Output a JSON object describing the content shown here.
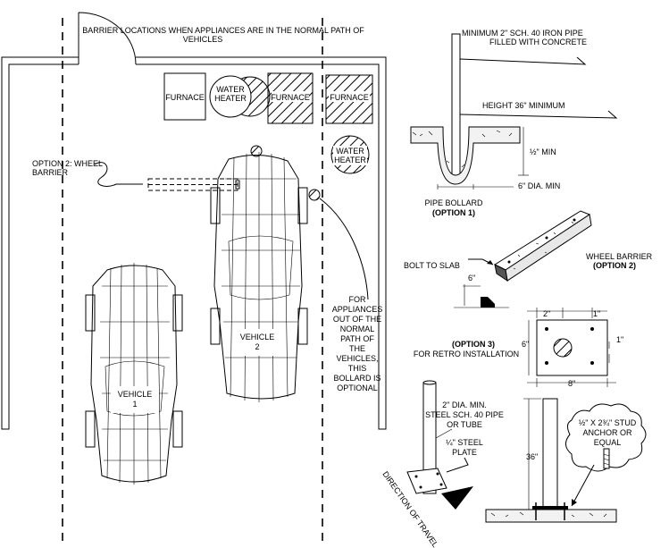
{
  "garage": {
    "title_line1": "BARRIER LOCATIONS WHEN APPLIANCES ARE IN THE NORMAL PATH OF",
    "title_line2": "VEHICLES",
    "furnace1": "FURNACE",
    "water_heater1_line1": "WATER",
    "water_heater1_line2": "HEATER",
    "furnace2": "FURNACE",
    "furnace3": "FURNACE",
    "water_heater2_line1": "WATER",
    "water_heater2_line2": "HEATER",
    "option2_line1": "OPTION 2: WHEEL",
    "option2_line2": "BARRIER",
    "vehicle1_line1": "VEHICLE",
    "vehicle1_line2": "1",
    "vehicle2_line1": "VEHICLE",
    "vehicle2_line2": "2",
    "note_lines": [
      "FOR",
      "APPLIANCES",
      "OUT OF THE",
      "NORMAL",
      "PATH OF",
      "THE",
      "VEHICLES,",
      "THIS",
      "BOLLARD IS",
      "OPTIONAL"
    ]
  },
  "pipe_bollard": {
    "pipe_spec_line1": "MINIMUM 2\" SCH. 40 IRON PIPE",
    "pipe_spec_line2": "FILLED WITH CONCRETE",
    "height": "HEIGHT 36\" MINIMUM",
    "depth": "½\" MIN",
    "dia": "6\" DIA. MIN",
    "title": "PIPE BOLLARD",
    "option": "(OPTION 1)"
  },
  "wheel_barrier": {
    "bolt": "BOLT TO SLAB",
    "dim": "6\"",
    "title": "WHEEL BARRIER",
    "option": "(OPTION 2)"
  },
  "plate": {
    "dim_top_left": "2\"",
    "dim_top_right": "1\"",
    "dim_side": "6\"",
    "dim_right": "1\"",
    "dim_bottom": "8\"",
    "option": "(OPTION 3)",
    "retro": "FOR RETRO INSTALLATION"
  },
  "retro_post": {
    "pipe_line1": "2\" DIA. MIN.",
    "pipe_line2": "STEEL SCH. 40 PIPE",
    "pipe_line3": "OR TUBE",
    "plate_line1": "¼\" STEEL",
    "plate_line2": "PLATE",
    "direction": "DIRECTION OF TRAVEL",
    "height": "36\"",
    "anchor_line1": "½\" X 2¾\" STUD",
    "anchor_line2": "ANCHOR OR",
    "anchor_line3": "EQUAL"
  }
}
